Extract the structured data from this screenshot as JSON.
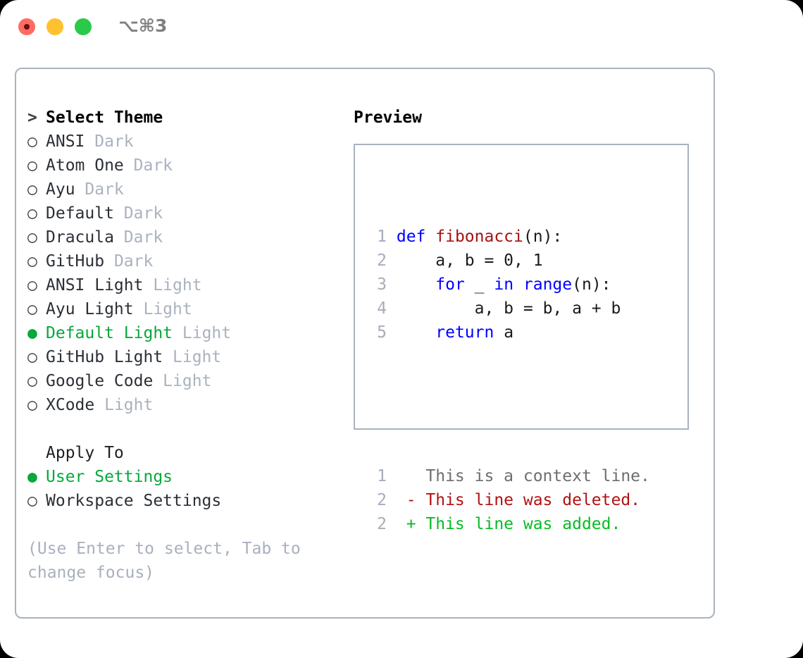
{
  "titlebar": {
    "shortcut": "⌥⌘3",
    "buttons": [
      {
        "name": "close",
        "color": "#FF6A62"
      },
      {
        "name": "minimize",
        "color": "#FFC130"
      },
      {
        "name": "maximize",
        "color": "#2BC94A"
      }
    ]
  },
  "colors": {
    "selected_green": "#07a83c",
    "muted_gray": "#aab2bf",
    "hint_gray": "#a9b0bd",
    "keyword_blue": "#0000ff",
    "function_red": "#a41212",
    "diff_add": "#07bb24",
    "diff_del": "#b31212",
    "border": "#aab2bf"
  },
  "theme_list": {
    "heading_marker": ">",
    "heading": "Select Theme",
    "items": [
      {
        "marker": "○",
        "name": "ANSI",
        "category": "Dark",
        "selected": false
      },
      {
        "marker": "○",
        "name": "Atom One",
        "category": "Dark",
        "selected": false
      },
      {
        "marker": "○",
        "name": "Ayu",
        "category": "Dark",
        "selected": false
      },
      {
        "marker": "○",
        "name": "Default",
        "category": "Dark",
        "selected": false
      },
      {
        "marker": "○",
        "name": "Dracula",
        "category": "Dark",
        "selected": false
      },
      {
        "marker": "○",
        "name": "GitHub",
        "category": "Dark",
        "selected": false
      },
      {
        "marker": "○",
        "name": "ANSI Light",
        "category": "Light",
        "selected": false
      },
      {
        "marker": "○",
        "name": "Ayu Light",
        "category": "Light",
        "selected": false
      },
      {
        "marker": "●",
        "name": "Default Light",
        "category": "Light",
        "selected": true
      },
      {
        "marker": "○",
        "name": "GitHub Light",
        "category": "Light",
        "selected": false
      },
      {
        "marker": "○",
        "name": "Google Code",
        "category": "Light",
        "selected": false
      },
      {
        "marker": "○",
        "name": "XCode",
        "category": "Light",
        "selected": false
      }
    ]
  },
  "apply_to": {
    "heading": "Apply To",
    "items": [
      {
        "marker": "●",
        "name": "User Settings",
        "selected": true
      },
      {
        "marker": "○",
        "name": "Workspace Settings",
        "selected": false
      }
    ]
  },
  "hint": "(Use Enter to select, Tab to change focus)",
  "preview": {
    "title": "Preview",
    "code_lines": [
      {
        "num": "1",
        "tokens": [
          {
            "t": "def ",
            "c": "kw"
          },
          {
            "t": "fibonacci",
            "c": "fn"
          },
          {
            "t": "(n):",
            "c": "pl"
          }
        ]
      },
      {
        "num": "2",
        "tokens": [
          {
            "t": "    a, b = 0, 1",
            "c": "pl"
          }
        ]
      },
      {
        "num": "3",
        "tokens": [
          {
            "t": "    ",
            "c": "pl"
          },
          {
            "t": "for",
            "c": "kw"
          },
          {
            "t": " _ ",
            "c": "pl"
          },
          {
            "t": "in ",
            "c": "kw"
          },
          {
            "t": "range",
            "c": "kw"
          },
          {
            "t": "(n):",
            "c": "pl"
          }
        ]
      },
      {
        "num": "4",
        "tokens": [
          {
            "t": "        a, b = b, a + b",
            "c": "pl"
          }
        ]
      },
      {
        "num": "5",
        "tokens": [
          {
            "t": "    ",
            "c": "pl"
          },
          {
            "t": "return",
            "c": "kw"
          },
          {
            "t": " a",
            "c": "pl"
          }
        ]
      }
    ],
    "diff_lines": [
      {
        "num": "1",
        "sign": " ",
        "text": " This is a context line.",
        "kind": "ctx"
      },
      {
        "num": "2",
        "sign": "-",
        "text": " This line was deleted.",
        "kind": "del"
      },
      {
        "num": "2",
        "sign": "+",
        "text": " This line was added.",
        "kind": "add"
      }
    ]
  }
}
